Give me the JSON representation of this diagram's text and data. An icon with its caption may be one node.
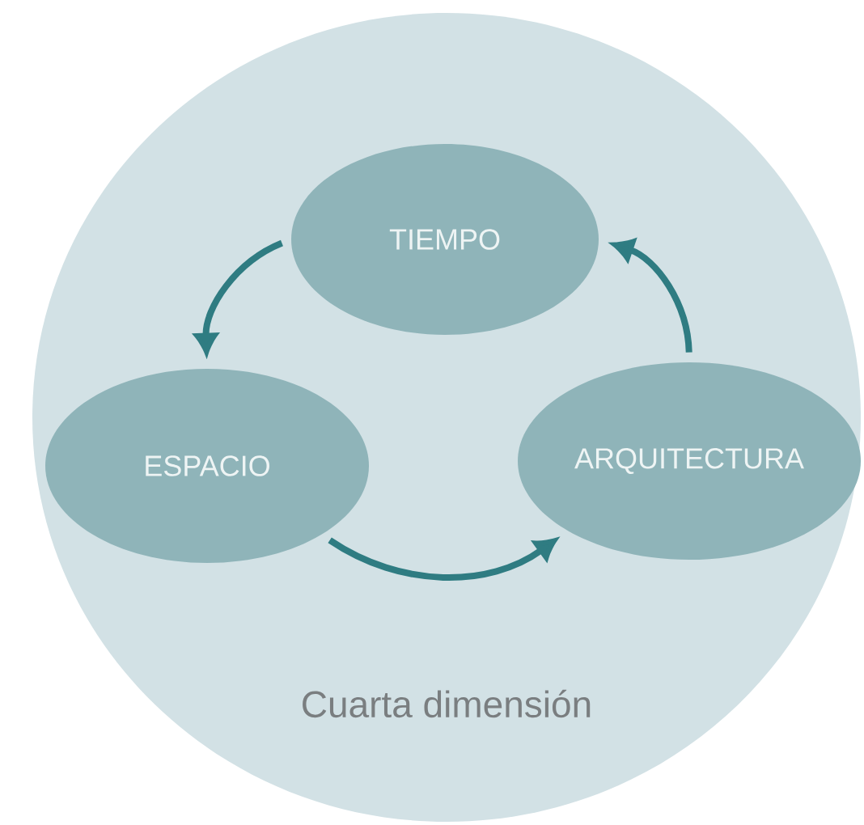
{
  "diagram": {
    "nodes": [
      {
        "text": [
          "Cuarta dimensión"
        ]
      },
      {
        "text": [
          "TIEMPO"
        ],
        "in": 0
      },
      {
        "text": [
          "ESPACIO"
        ],
        "in": 0
      },
      {
        "text": [
          "ARQUITECTURA"
        ],
        "in": 0
      }
    ],
    "edges": [
      {
        "from": 1,
        "to": 2,
        "arrow": "to"
      },
      {
        "from": 2,
        "to": 3,
        "arrow": "to"
      },
      {
        "from": 3,
        "to": 1,
        "arrow": "to"
      }
    ]
  }
}
